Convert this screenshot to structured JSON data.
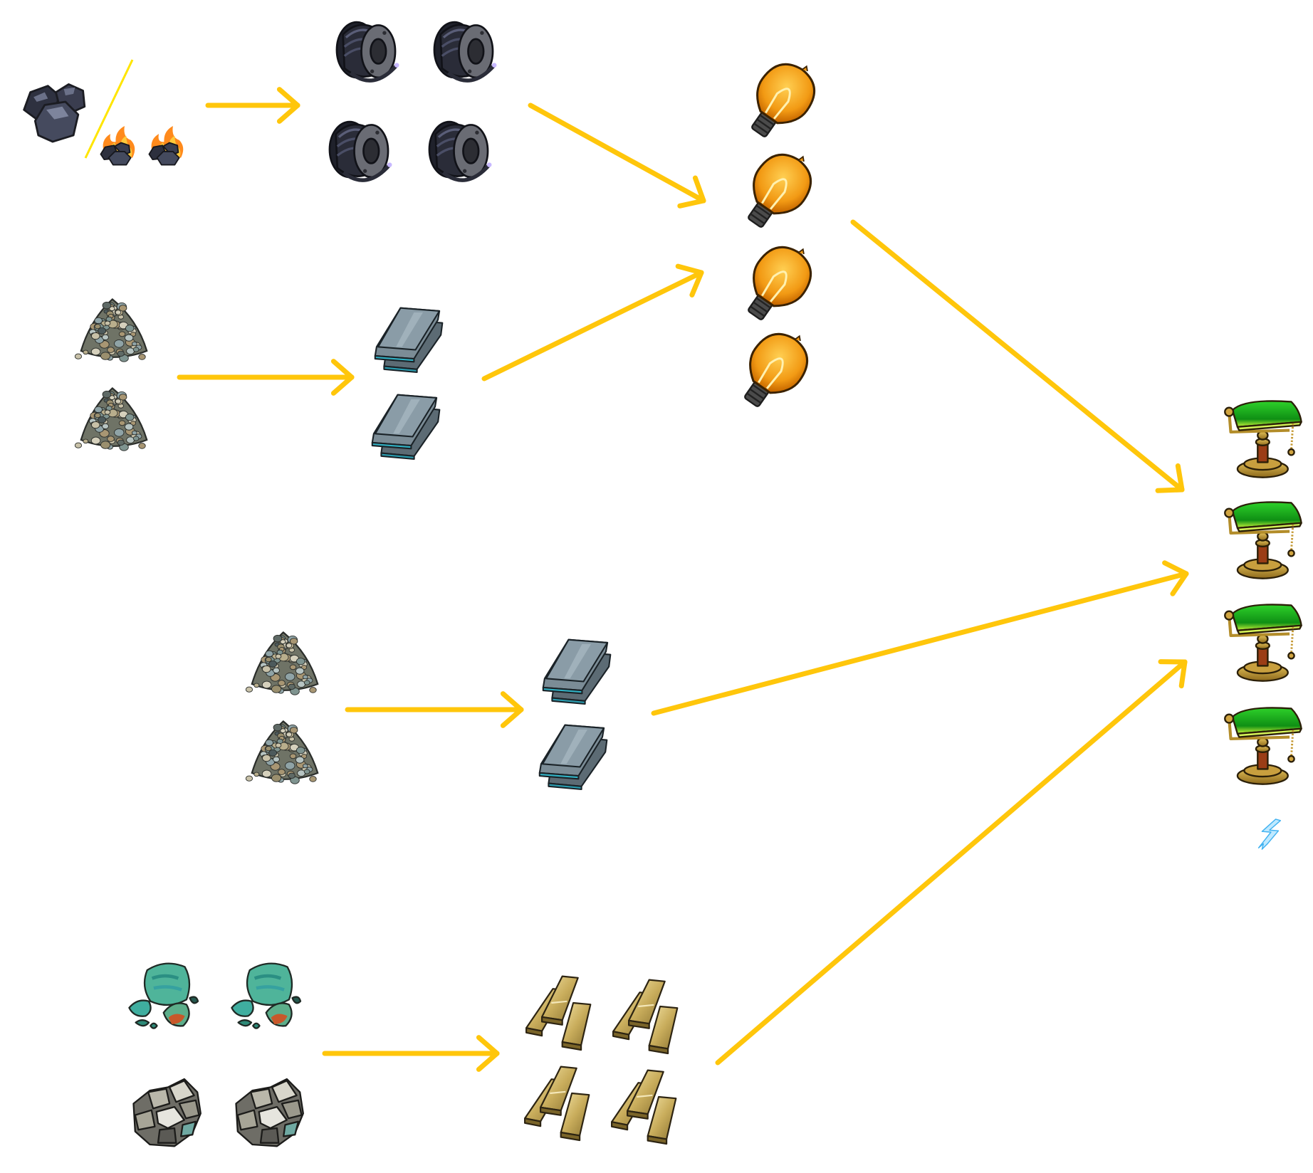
{
  "diagram": {
    "title": "Desk lamp production chain",
    "arrow_color": "#FFC60B",
    "divider_color": "#FFE500",
    "nodes": [
      {
        "id": "coal",
        "label": "Coal",
        "icon": "coal-icon",
        "count": 1
      },
      {
        "id": "burning-coal",
        "label": "Burning coal",
        "icon": "burning-coal-icon",
        "count": 2
      },
      {
        "id": "wire",
        "label": "Wire spool",
        "icon": "wire-spool-icon",
        "count": 4
      },
      {
        "id": "sand-a",
        "label": "Gravel",
        "icon": "gravel-icon",
        "count": 2
      },
      {
        "id": "glass-a",
        "label": "Glass",
        "icon": "glass-pane-icon",
        "count": 2
      },
      {
        "id": "bulb",
        "label": "Light bulb",
        "icon": "light-bulb-icon",
        "count": 4
      },
      {
        "id": "sand-b",
        "label": "Gravel",
        "icon": "gravel-icon",
        "count": 2
      },
      {
        "id": "glass-b",
        "label": "Glass",
        "icon": "glass-pane-icon",
        "count": 2
      },
      {
        "id": "copper-ore",
        "label": "Copper ore",
        "icon": "copper-ore-icon",
        "count": 2
      },
      {
        "id": "zinc-ore",
        "label": "Zinc ore",
        "icon": "zinc-ore-icon",
        "count": 2
      },
      {
        "id": "brass",
        "label": "Brass ingot",
        "icon": "brass-ingot-icon",
        "count": 4
      },
      {
        "id": "lamp",
        "label": "Desk lamp",
        "icon": "desk-lamp-icon",
        "count": 4
      },
      {
        "id": "energy",
        "label": "Energy",
        "icon": "lightning-icon",
        "count": 1
      }
    ],
    "edges": [
      {
        "from": "coal",
        "to": "wire"
      },
      {
        "from": "wire",
        "to": "bulb"
      },
      {
        "from": "sand-a",
        "to": "glass-a"
      },
      {
        "from": "glass-a",
        "to": "bulb"
      },
      {
        "from": "bulb",
        "to": "lamp"
      },
      {
        "from": "sand-b",
        "to": "glass-b"
      },
      {
        "from": "glass-b",
        "to": "lamp"
      },
      {
        "from": "copper-ore",
        "to": "brass"
      },
      {
        "from": "zinc-ore",
        "to": "brass"
      },
      {
        "from": "brass",
        "to": "lamp"
      }
    ]
  }
}
